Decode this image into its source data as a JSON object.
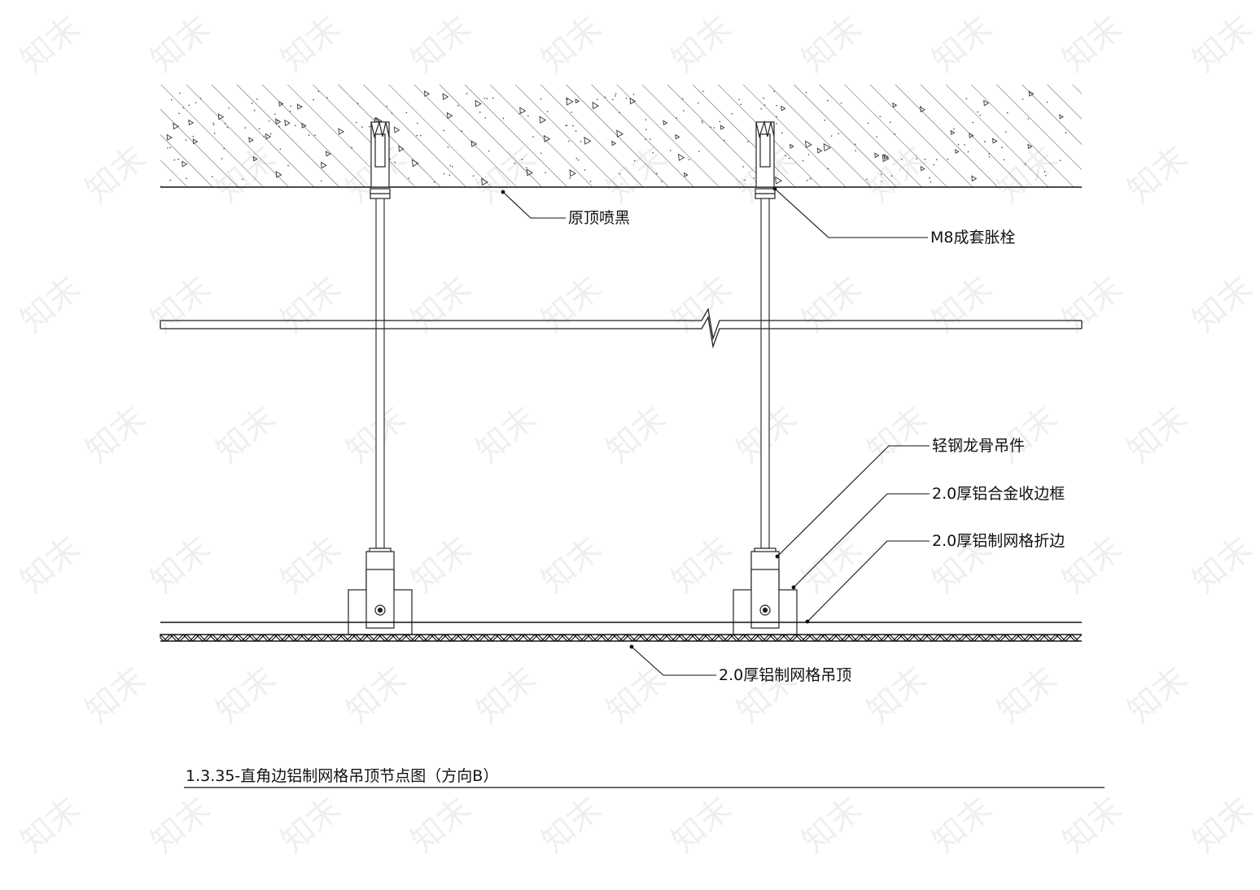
{
  "labels": {
    "ceiling_black": "原顶喷黑",
    "anchor_bolt": "M8成套胀栓",
    "hanger": "轻钢龙骨吊件",
    "edge_frame": "2.0厚铝合金收边框",
    "grid_fold": "2.0厚铝制网格折边",
    "grid_ceiling": "2.0厚铝制网格吊顶"
  },
  "title": "1.3.35-直角边铝制网格吊顶节点图（方向B）",
  "watermark": "知末"
}
